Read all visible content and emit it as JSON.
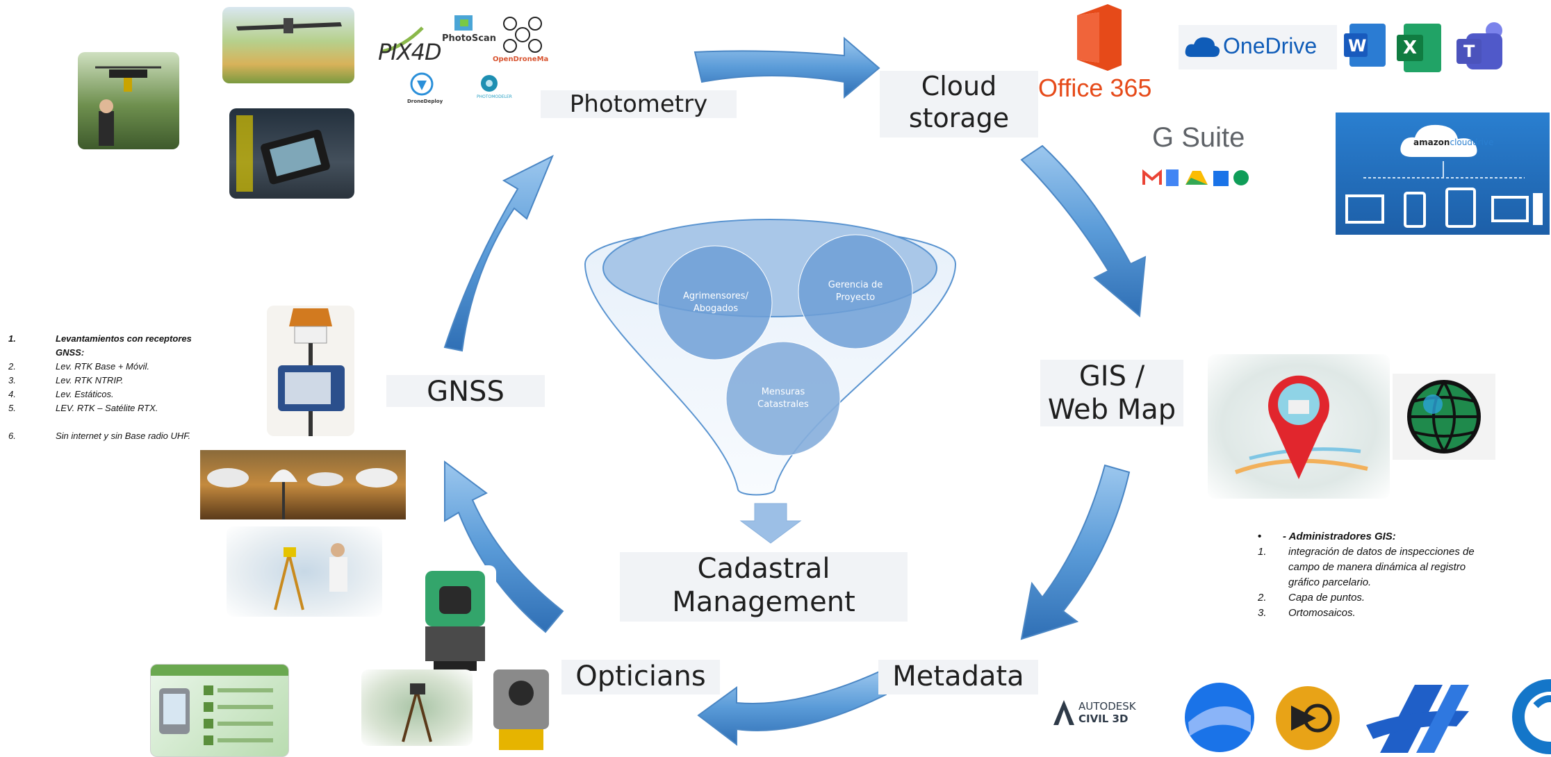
{
  "cycle": {
    "photometry": "Photometry",
    "cloud_line1": "Cloud",
    "cloud_line2": "storage",
    "gis_line1": "GIS /",
    "gis_line2": "Web Map",
    "metadata": "Metadata",
    "opticians": "Opticians",
    "gnss": "GNSS",
    "cadastral_line1": "Cadastral",
    "cadastral_line2": "Management"
  },
  "funnel": {
    "circle_left_line1": "Agrimensores/",
    "circle_left_line2": "Abogados",
    "circle_right_line1": "Gerencia de",
    "circle_right_line2": "Proyecto",
    "circle_bottom_line1": "Mensuras",
    "circle_bottom_line2": "Catastrales"
  },
  "logos": {
    "pix4d": "PIX4D",
    "photoscan": "PhotoScan",
    "opendronemap": "OpenDroneMa",
    "dronedeploy": "DroneDeploy",
    "photomodeler": "PHOTOMODELER",
    "office365": "Office 365",
    "onedrive": "OneDrive",
    "word": "W",
    "excel": "X",
    "teams": "T",
    "gsuite": "G Suite",
    "amazon": "amazon",
    "clouddrive": "clouddrive",
    "autodesk_line1": "AUTODESK",
    "autodesk_line2": "CIVIL 3D"
  },
  "gnss_list": [
    {
      "num": "1.",
      "text": "Levantamientos con receptores",
      "bold": true
    },
    {
      "num": "",
      "text": "GNSS:",
      "bold": true
    },
    {
      "num": "2.",
      "text": " Lev. RTK Base + Móvil.",
      "bold": false
    },
    {
      "num": "3.",
      "text": "Lev. RTK NTRIP.",
      "bold": false
    },
    {
      "num": "4.",
      "text": "Lev. Estáticos.",
      "bold": false
    },
    {
      "num": "5.",
      "text": "LEV. RTK – Satélite RTX.",
      "bold": false
    },
    {
      "num": "6.",
      "text": "Sin internet y sin Base radio UHF.",
      "bold": false
    }
  ],
  "gis_list": {
    "bullet": "•",
    "header": "- Administradores GIS:",
    "items": [
      {
        "num": "1.",
        "line1": "integración de datos de inspecciones de",
        "line2": "campo de manera dinámica al registro",
        "line3": "gráfico parcelario."
      },
      {
        "num": "2.",
        "line1": "Capa de puntos."
      },
      {
        "num": "3.",
        "line1": "Ortomosaicos."
      }
    ]
  }
}
